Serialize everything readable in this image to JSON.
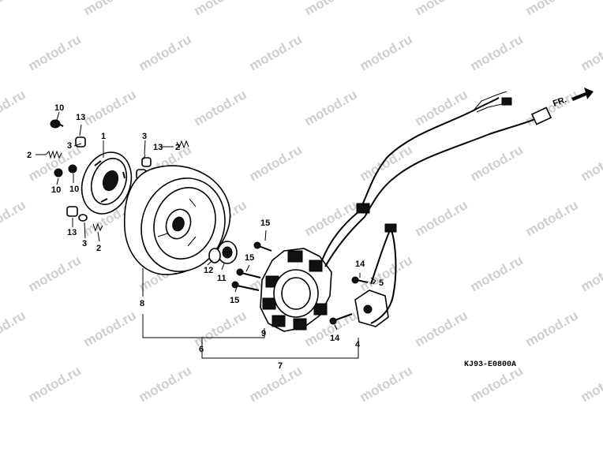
{
  "watermark": "motod.ru",
  "direction_label": "FR.",
  "diagram_code": "KJ93-E0800A",
  "callouts": {
    "c10_top": "10",
    "c13_top": "13",
    "c1": "1",
    "c3_left": "3",
    "c2_left": "2",
    "c10_bl": "10",
    "c10_br": "10",
    "c3_mid": "3",
    "c13_mid": "13",
    "c2_mid": "2",
    "c13_low": "13",
    "c3_low": "3",
    "c2_low": "2",
    "c8": "8",
    "c12": "12",
    "c11": "11",
    "c15_a": "15",
    "c15_b": "15",
    "c15_c": "15",
    "c9": "9",
    "c6": "6",
    "c7": "7",
    "c14_top": "14",
    "c5": "5",
    "c14_low": "14",
    "c4": "4"
  }
}
